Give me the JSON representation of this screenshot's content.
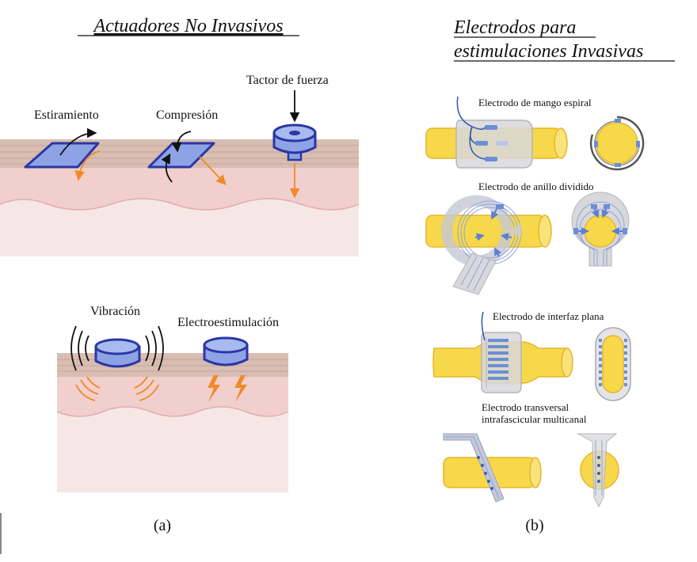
{
  "left": {
    "title": "Actuadores No Invasivos",
    "labels": {
      "stretch": "Estiramiento",
      "compression": "Compresión",
      "force_tactor": "Tactor de fuerza",
      "vibration": "Vibración",
      "electrostim": "Electroestimulación"
    },
    "caption": "(a)"
  },
  "right": {
    "title_line1": "Electrodos para",
    "title_line2": "estimulaciones Invasivas",
    "electrodes": {
      "spiral_cuff": "Electrodo de mango espiral",
      "split_ring": "Electrodo de anillo dividido",
      "flat_interface": "Electrodo de interfaz plana",
      "transverse_line1": "Electrodo transversal",
      "transverse_line2": "intrafascicular multicanal"
    },
    "caption": "(b)"
  },
  "colors": {
    "skin_top": "#d8bdb2",
    "skin_mid": "#f1cfcc",
    "skin_deep": "#f6e7e5",
    "actuator_fill": "#8da3e6",
    "actuator_stroke": "#2b37a4",
    "arrow_orange": "#ef8a2a",
    "nerve_yellow": "#f7d84a",
    "nerve_stroke": "#e6b52a",
    "cuff_gray": "#d8d8dc",
    "contact_blue": "#6a8fd6"
  }
}
